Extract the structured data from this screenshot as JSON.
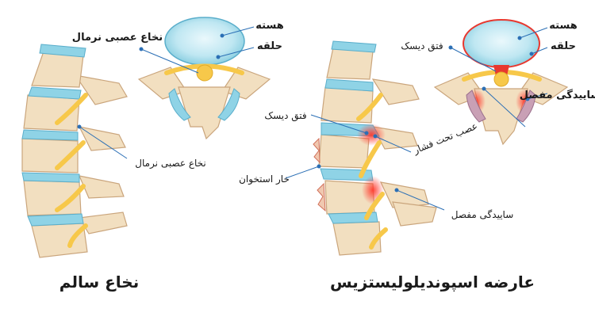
{
  "panels": {
    "healthy": {
      "title": "نخاع سالم",
      "labels": {
        "nerve_top": "نخاع عصبی نرمال",
        "nerve_side": "نخاع عصبی نرمال",
        "nucleus": "هسته",
        "annulus": "حلقه"
      }
    },
    "disease": {
      "title": "عارضه اسپوندیلولیستزیس",
      "labels": {
        "nucleus": "هسته",
        "annulus": "حلقه",
        "herniation_top": "فتق دیسک",
        "herniation_side": "فتق دیسک",
        "compressed_nerve": "عصب تحت فشار",
        "joint_wear_top": "ساییدگی مفصل",
        "bone_spur": "خار استخوان",
        "joint_wear_side": "ساییدگی مفصل"
      }
    }
  },
  "colors": {
    "bone": "#f2dfc0",
    "bone_outline": "#caa57c",
    "disc": "#8fd3e6",
    "nerve": "#f7c84a",
    "inflammation": "#e8382f",
    "leader": "#2b6fb5"
  }
}
